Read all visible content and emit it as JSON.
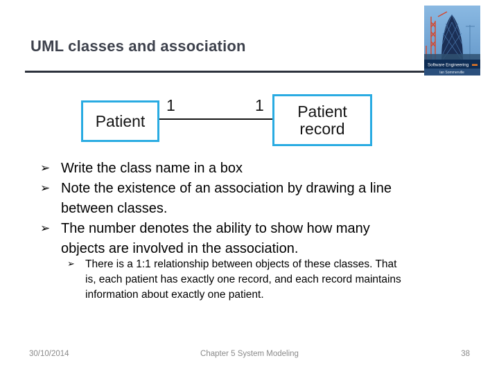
{
  "title": "UML classes and association",
  "bullet_marker": "➢",
  "book_cover": {
    "series_title": "Software Engineering",
    "author": "Ian Sommerville"
  },
  "diagram": {
    "left_box_label": "Patient",
    "right_box_label": "Patient record",
    "left_multiplicity": "1",
    "right_multiplicity": "1",
    "border_color": "#29abe2",
    "line_color": "#141414"
  },
  "bullets": [
    {
      "lines": [
        "Write the class name in a box"
      ]
    },
    {
      "lines": [
        "Note the existence of an association by drawing a line",
        "between classes."
      ]
    },
    {
      "lines": [
        "The number denotes the ability to show how many",
        "objects are involved in the association."
      ]
    }
  ],
  "sub_bullets": [
    {
      "lines": [
        "There is a 1:1 relationship between objects of these classes. That",
        "is, each patient has exactly one record, and each record maintains",
        "information about exactly one patient."
      ]
    }
  ],
  "footer": {
    "date": "30/10/2014",
    "center_text": "Chapter 5 System Modeling",
    "page_number": "38"
  },
  "colors": {
    "title_text": "#3d414c",
    "title_rule": "#2c313c",
    "body_text": "#000000",
    "footer_text": "#8a8a8a",
    "uml_border": "#29abe2"
  }
}
